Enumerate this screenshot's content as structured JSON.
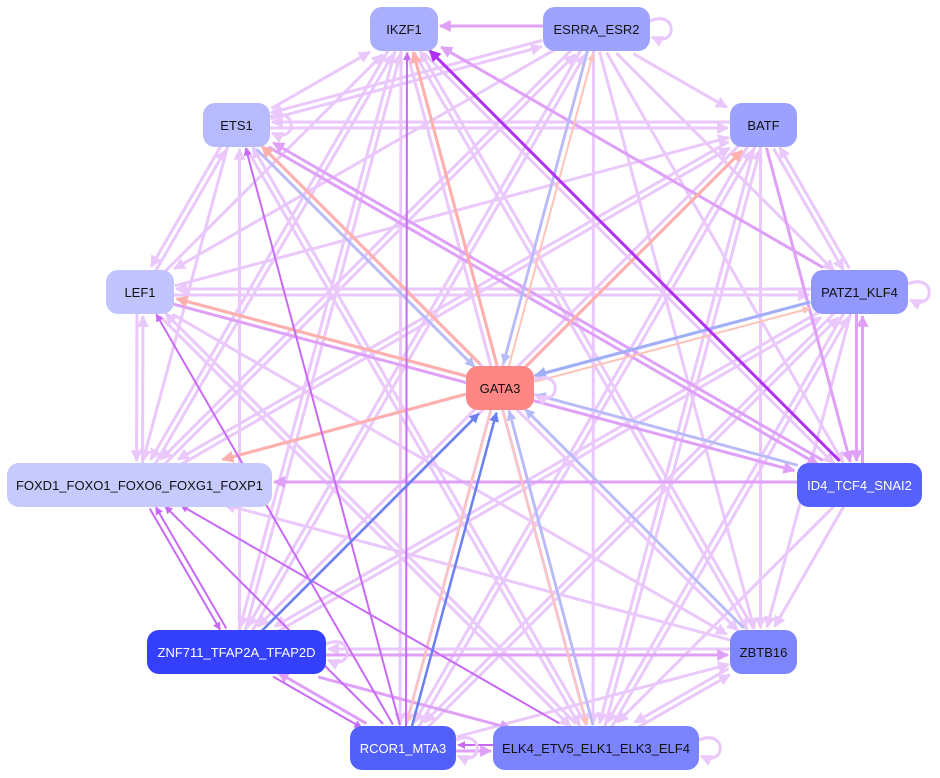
{
  "nodes": [
    {
      "id": "IKZF1",
      "label": "IKZF1",
      "color": "#a9aefe"
    },
    {
      "id": "ESRRA",
      "label": "ESRRA_ESR2",
      "color": "#9ea4fd"
    },
    {
      "id": "ETS1",
      "label": "ETS1",
      "color": "#b7bbfd"
    },
    {
      "id": "BATF",
      "label": "BATF",
      "color": "#9ba1fd"
    },
    {
      "id": "LEF1",
      "label": "LEF1",
      "color": "#c2c5fd"
    },
    {
      "id": "PATZ1",
      "label": "PATZ1_KLF4",
      "color": "#9298fc"
    },
    {
      "id": "GATA3",
      "label": "GATA3",
      "color": "#fe8785"
    },
    {
      "id": "FOXD1",
      "label": "FOXD1_FOXO1_FOXO6_FOXG1_FOXP1",
      "color": "#c7cafd"
    },
    {
      "id": "ID4",
      "label": "ID4_TCF4_SNAI2",
      "color": "#5661fb"
    },
    {
      "id": "ZNF711",
      "label": "ZNF711_TFAP2A_TFAP2D",
      "color": "#3440fc"
    },
    {
      "id": "ZBTB16",
      "label": "ZBTB16",
      "color": "#7c85fc"
    },
    {
      "id": "RCOR1",
      "label": "RCOR1_MTA3",
      "color": "#5260fa"
    },
    {
      "id": "ELK4",
      "label": "ELK4_ETV5_ELK1_ELK3_ELF4",
      "color": "#7b84fc"
    }
  ],
  "edge_colors": {
    "light": "#eac8fc",
    "mid": "#dfa0f8",
    "purple": "#c86af8",
    "strong": "#b030f8",
    "salmon": "#fdb0ac",
    "peach": "#fcc4b8",
    "lblue": "#b4bcf8",
    "blue": "#a0b0f8",
    "dblue": "#6a80f0"
  },
  "edges": [
    [
      "ESRRA",
      "IKZF1",
      "mid"
    ],
    [
      "ID4",
      "IKZF1",
      "strong"
    ],
    [
      "GATA3",
      "IKZF1",
      "salmon"
    ],
    [
      "RCOR1",
      "IKZF1",
      "purple"
    ],
    [
      "ETS1",
      "IKZF1",
      "light"
    ],
    [
      "ZNF711",
      "IKZF1",
      "light"
    ],
    [
      "ELK4",
      "IKZF1",
      "light"
    ],
    [
      "PATZ1",
      "IKZF1",
      "mid"
    ],
    [
      "LEF1",
      "IKZF1",
      "light"
    ],
    [
      "ZBTB16",
      "IKZF1",
      "light"
    ],
    [
      "GATA3",
      "ETS1",
      "salmon"
    ],
    [
      "ETS1",
      "GATA3",
      "lblue"
    ],
    [
      "GATA3",
      "LEF1",
      "salmon"
    ],
    [
      "GATA3",
      "BATF",
      "salmon"
    ],
    [
      "GATA3",
      "FOXD1",
      "salmon"
    ],
    [
      "ESRRA",
      "GATA3",
      "lblue"
    ],
    [
      "GATA3",
      "ESRRA",
      "peach"
    ],
    [
      "PATZ1",
      "GATA3",
      "blue"
    ],
    [
      "GATA3",
      "PATZ1",
      "peach"
    ],
    [
      "ID4",
      "GATA3",
      "lblue"
    ],
    [
      "ZBTB16",
      "GATA3",
      "lblue"
    ],
    [
      "ZNF711",
      "GATA3",
      "dblue"
    ],
    [
      "RCOR1",
      "GATA3",
      "dblue"
    ],
    [
      "GATA3",
      "RCOR1",
      "peach"
    ],
    [
      "GATA3",
      "ELK4",
      "peach"
    ],
    [
      "ELK4",
      "GATA3",
      "lblue"
    ],
    [
      "ZNF711",
      "FOXD1",
      "purple"
    ],
    [
      "FOXD1",
      "ZNF711",
      "purple"
    ],
    [
      "RCOR1",
      "LEF1",
      "purple"
    ],
    [
      "RCOR1",
      "ETS1",
      "purple"
    ],
    [
      "ELK4",
      "FOXD1",
      "purple"
    ],
    [
      "RCOR1",
      "FOXD1",
      "purple"
    ],
    [
      "ZNF711",
      "RCOR1",
      "purple"
    ],
    [
      "RCOR1",
      "ZNF711",
      "mid"
    ],
    [
      "RCOR1",
      "ELK4",
      "mid"
    ],
    [
      "ELK4",
      "RCOR1",
      "purple"
    ],
    [
      "ID4",
      "FOXD1",
      "mid"
    ],
    [
      "PATZ1",
      "ID4",
      "mid"
    ],
    [
      "ID4",
      "PATZ1",
      "mid"
    ],
    [
      "BATF",
      "ID4",
      "mid"
    ],
    [
      "ZNF711",
      "ZBTB16",
      "mid"
    ],
    [
      "ZBTB16",
      "ZNF711",
      "light"
    ],
    [
      "ELK4",
      "ZBTB16",
      "light"
    ],
    [
      "ZBTB16",
      "ELK4",
      "light"
    ],
    [
      "ZNF711",
      "ELK4",
      "mid"
    ],
    [
      "ETS1",
      "ESRRA",
      "light"
    ],
    [
      "ESRRA",
      "ETS1",
      "light"
    ],
    [
      "ETS1",
      "BATF",
      "light"
    ],
    [
      "ESRRA",
      "BATF",
      "light"
    ],
    [
      "ESRRA",
      "PATZ1",
      "light"
    ],
    [
      "ESRRA",
      "LEF1",
      "light"
    ],
    [
      "ESRRA",
      "FOXD1",
      "light"
    ],
    [
      "ESRRA",
      "ZNF711",
      "light"
    ],
    [
      "ESRRA",
      "RCOR1",
      "light"
    ],
    [
      "ESRRA",
      "ELK4",
      "light"
    ],
    [
      "ESRRA",
      "ZBTB16",
      "light"
    ],
    [
      "ESRRA",
      "ID4",
      "light"
    ],
    [
      "LEF1",
      "PATZ1",
      "light"
    ],
    [
      "PATZ1",
      "LEF1",
      "light"
    ],
    [
      "LEF1",
      "ETS1",
      "light"
    ],
    [
      "ETS1",
      "LEF1",
      "light"
    ],
    [
      "LEF1",
      "FOXD1",
      "light"
    ],
    [
      "FOXD1",
      "LEF1",
      "light"
    ],
    [
      "LEF1",
      "BATF",
      "light"
    ],
    [
      "LEF1",
      "ID4",
      "mid"
    ],
    [
      "LEF1",
      "ELK4",
      "light"
    ],
    [
      "LEF1",
      "ZBTB16",
      "light"
    ],
    [
      "ETS1",
      "ID4",
      "mid"
    ],
    [
      "ETS1",
      "ELK4",
      "light"
    ],
    [
      "ETS1",
      "ZBTB16",
      "light"
    ],
    [
      "ETS1",
      "FOXD1",
      "light"
    ],
    [
      "BATF",
      "FOXD1",
      "light"
    ],
    [
      "BATF",
      "ZNF711",
      "light"
    ],
    [
      "BATF",
      "RCOR1",
      "light"
    ],
    [
      "BATF",
      "ELK4",
      "light"
    ],
    [
      "BATF",
      "ZBTB16",
      "light"
    ],
    [
      "BATF",
      "PATZ1",
      "light"
    ],
    [
      "PATZ1",
      "BATF",
      "light"
    ],
    [
      "BATF",
      "ETS1",
      "light"
    ],
    [
      "PATZ1",
      "FOXD1",
      "light"
    ],
    [
      "PATZ1",
      "ZNF711",
      "light"
    ],
    [
      "PATZ1",
      "RCOR1",
      "light"
    ],
    [
      "PATZ1",
      "ELK4",
      "light"
    ],
    [
      "PATZ1",
      "ZBTB16",
      "light"
    ],
    [
      "ID4",
      "ZBTB16",
      "light"
    ],
    [
      "ID4",
      "ELK4",
      "light"
    ],
    [
      "ID4",
      "ETS1",
      "mid"
    ],
    [
      "ID4",
      "LEF1",
      "light"
    ],
    [
      "ZBTB16",
      "FOXD1",
      "light"
    ],
    [
      "ZBTB16",
      "ETS1",
      "light"
    ],
    [
      "FOXD1",
      "ESRRA",
      "light"
    ],
    [
      "FOXD1",
      "IKZF1",
      "light"
    ],
    [
      "FOXD1",
      "BATF",
      "light"
    ],
    [
      "ZNF711",
      "ETS1",
      "light"
    ],
    [
      "ZNF711",
      "ESRRA",
      "light"
    ],
    [
      "ZNF711",
      "PATZ1",
      "light"
    ],
    [
      "ZNF711",
      "BATF",
      "light"
    ],
    [
      "RCOR1",
      "BATF",
      "light"
    ],
    [
      "RCOR1",
      "PATZ1",
      "light"
    ],
    [
      "RCOR1",
      "ZBTB16",
      "light"
    ],
    [
      "ELK4",
      "ETS1",
      "light"
    ],
    [
      "ELK4",
      "LEF1",
      "light"
    ],
    [
      "ELK4",
      "BATF",
      "light"
    ],
    [
      "ELK4",
      "PATZ1",
      "light"
    ],
    [
      "IKZF1",
      "RCOR1",
      "light"
    ],
    [
      "IKZF1",
      "ELK4",
      "light"
    ],
    [
      "IKZF1",
      "ZBTB16",
      "light"
    ],
    [
      "IKZF1",
      "ZNF711",
      "light"
    ],
    [
      "IKZF1",
      "FOXD1",
      "light"
    ],
    [
      "IKZF1",
      "ID4",
      "light"
    ]
  ],
  "self_loops": [
    "ESRRA",
    "ETS1",
    "PATZ1",
    "GATA3",
    "ELK4",
    "RCOR1",
    "ZNF711"
  ]
}
